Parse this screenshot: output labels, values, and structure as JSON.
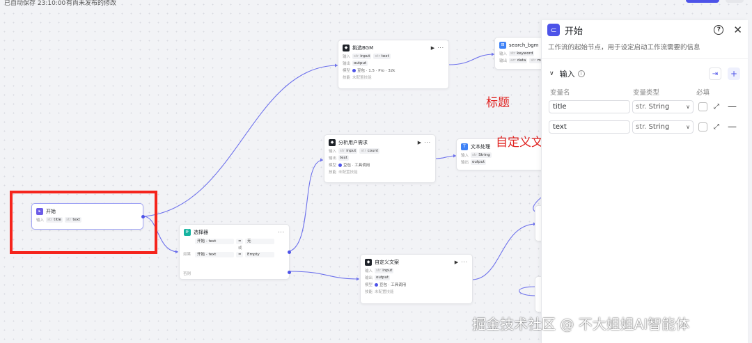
{
  "topbar": {
    "autosave_text": "已自动保存 23:10:00",
    "unpublished_text": "有尚未发布的修改"
  },
  "nodes": {
    "start": {
      "title": "开始",
      "input_label": "输入",
      "inputs": [
        {
          "type": "str",
          "name": "title"
        },
        {
          "type": "str",
          "name": "text"
        }
      ]
    },
    "selector": {
      "title": "选择器",
      "cond_label": "如果",
      "else_label": "否则",
      "or_label": "或",
      "conditions": [
        {
          "left": "开始 - text",
          "op": "=",
          "right": "无"
        },
        {
          "left": "开始 - text",
          "op": "=",
          "right": "Empty"
        }
      ]
    },
    "bgm": {
      "title": "挑选BGM",
      "input_label": "输入",
      "output_label": "输出",
      "model_label": "模型",
      "skill_label": "技能",
      "inputs": [
        {
          "type": "str",
          "name": "input"
        },
        {
          "type": "str",
          "name": "text"
        }
      ],
      "output": "output",
      "model": "豆包 · 1.5 · Pro · 32k",
      "skill": "未配置技能"
    },
    "analyze": {
      "title": "分析用户需求",
      "input_label": "输入",
      "output_label": "输出",
      "model_label": "模型",
      "skill_label": "技能",
      "inputs": [
        {
          "type": "str",
          "name": "input"
        },
        {
          "type": "str",
          "name": "count"
        }
      ],
      "output": "text",
      "model": "豆包 · 工具调用",
      "skill": "未配置技能"
    },
    "custom": {
      "title": "自定义文案",
      "input_label": "输入",
      "output_label": "输出",
      "model_label": "模型",
      "skill_label": "技能",
      "inputs": [
        {
          "type": "str",
          "name": "input"
        }
      ],
      "output": "output",
      "model": "豆包 · 工具调用",
      "skill": "未配置技能"
    },
    "search_bgm": {
      "title": "search_bgm",
      "input_label": "输入",
      "output_label": "输出",
      "inputs": [
        {
          "type": "str",
          "name": "keyword"
        }
      ],
      "outputs": [
        {
          "type": "arr",
          "name": "data"
        },
        {
          "type": "str",
          "name": "mess"
        }
      ]
    },
    "text_proc": {
      "title": "文本处理",
      "input_label": "输入",
      "output_label": "输出",
      "inputs": [
        {
          "type": "str",
          "name": "String"
        }
      ],
      "output": "output"
    }
  },
  "annotations": {
    "title_note": "标题",
    "custom_note": "自定义文案"
  },
  "panel": {
    "title": "开始",
    "description": "工作流的起始节点，用于设定启动工作流需要的信息",
    "section_title": "输入",
    "columns": {
      "name": "变量名",
      "type": "变量类型",
      "required": "必填"
    },
    "variables": [
      {
        "name": "title",
        "type_prefix": "str.",
        "type": "String"
      },
      {
        "name": "text",
        "type_prefix": "str.",
        "type": "String"
      }
    ]
  },
  "watermark": "掘金技术社区 @ 不大姐姐AI智能体",
  "colors": {
    "accent": "#4d53e8",
    "annotation": "#e0201e",
    "highlight_box": "#f5241c"
  }
}
